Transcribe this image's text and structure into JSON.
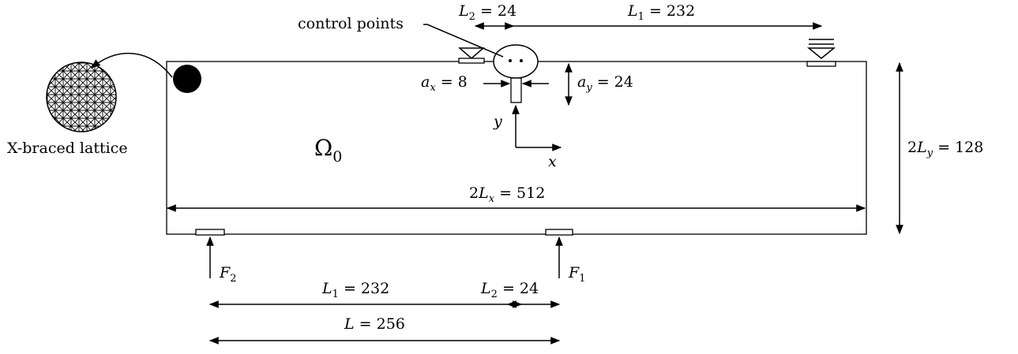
{
  "labels": {
    "control_points": "control points",
    "lattice": "X-braced lattice",
    "domain": "Ω",
    "domain_sub": "0",
    "L1_top": "L",
    "L1_top_sub": "1",
    "L1_top_val": " = 232",
    "L2_top": "L",
    "L2_top_sub": "2",
    "L2_top_val": " = 24",
    "ax": "a",
    "ax_sub": "x",
    "ax_val": " = 8",
    "ay": "a",
    "ay_sub": "y",
    "ay_val": " = 24",
    "y_axis": "y",
    "x_axis": "x",
    "Lx_pre": "2",
    "Lx": "L",
    "Lx_sub": "x",
    "Lx_val": " = 512",
    "Ly_pre": "2",
    "Ly": "L",
    "Ly_sub": "y",
    "Ly_val": " = 128",
    "F1": "F",
    "F1_sub": "1",
    "F2": "F",
    "F2_sub": "2",
    "L1_bot": "L",
    "L1_bot_sub": "1",
    "L1_bot_val": " = 232",
    "L2_bot": "L",
    "L2_bot_sub": "2",
    "L2_bot_val": " = 24",
    "L_bot": "L",
    "L_bot_val": " = 256"
  }
}
